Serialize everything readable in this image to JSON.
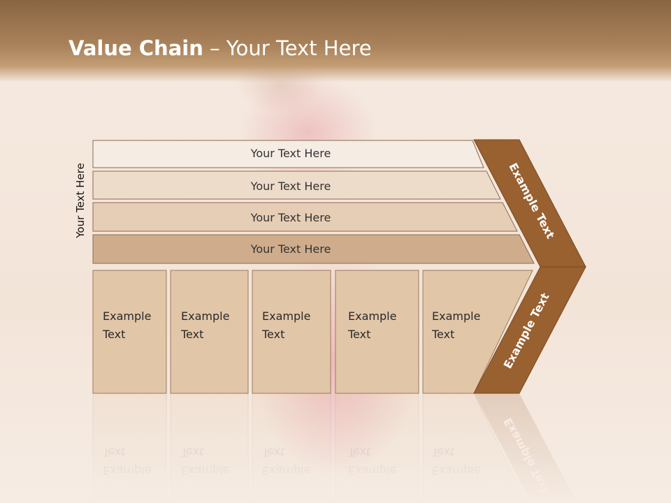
{
  "slide": {
    "title_bold": "Value Chain",
    "title_rest": " – Your Text Here",
    "side_label": "Your Text Here"
  },
  "support_rows": [
    {
      "label": "Your Text Here"
    },
    {
      "label": "Your Text Here"
    },
    {
      "label": "Your Text Here"
    },
    {
      "label": "Your Text Here"
    }
  ],
  "primary_boxes": [
    {
      "line1": "Example",
      "line2": "Text"
    },
    {
      "line1": "Example",
      "line2": "Text"
    },
    {
      "line1": "Example",
      "line2": "Text"
    },
    {
      "line1": "Example",
      "line2": "Text"
    },
    {
      "line1": "Example",
      "line2": "Text"
    }
  ],
  "arrow": {
    "upper_label": "Example Text",
    "lower_label": "Example Text"
  },
  "colors": {
    "title_bar": "#a57c55",
    "arrow_fill": "#996030",
    "row_1": "#f5ece4",
    "row_2": "#eedcca",
    "row_3": "#e6cdb5",
    "row_4": "#cfad8c",
    "box_fill": "#e2c6a8"
  }
}
